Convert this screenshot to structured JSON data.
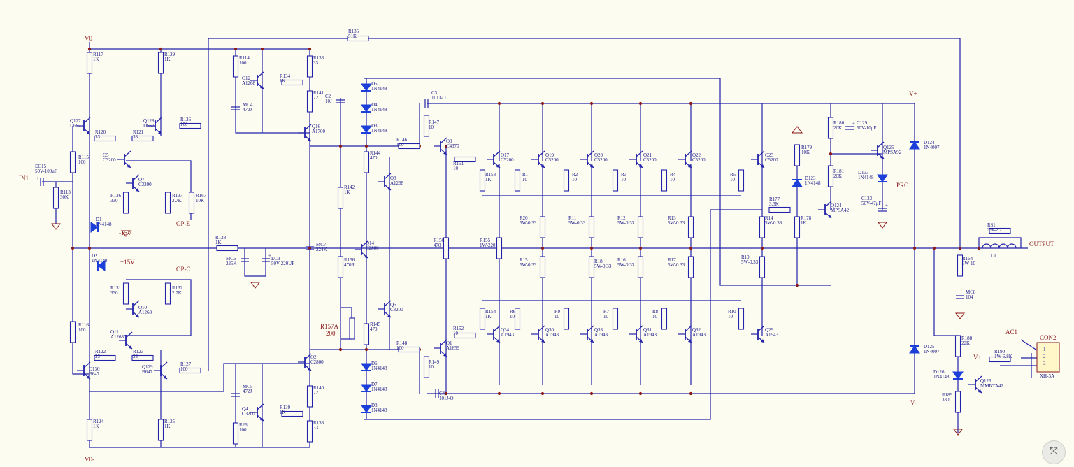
{
  "nets": {
    "v0p_top": "V0+",
    "v0m_bot": "V0-",
    "in1": "IN1",
    "output": "OUTPUT",
    "pro": "PRO",
    "vplus": "V+",
    "vminus": "V-",
    "p15_up": "+15V",
    "m15": "-15V",
    "ope": "OP-E",
    "opc": "OP-C",
    "ac1": "AC1",
    "vplus2": "V+"
  },
  "connector": {
    "name": "CON2",
    "part": "XH-3A",
    "pins": [
      "1",
      "2",
      "3"
    ]
  },
  "resistors": [
    {
      "ref": "R117",
      "val": "1K"
    },
    {
      "ref": "R129",
      "val": "1K"
    },
    {
      "ref": "R114",
      "val": "100"
    },
    {
      "ref": "R133",
      "val": "33"
    },
    {
      "ref": "R135",
      "val": "51K"
    },
    {
      "ref": "R134",
      "val": "1K"
    },
    {
      "ref": "R141",
      "val": "22"
    },
    {
      "ref": "R126",
      "val": "100"
    },
    {
      "ref": "R120",
      "val": "33"
    },
    {
      "ref": "R121",
      "val": "33"
    },
    {
      "ref": "R115",
      "val": "100"
    },
    {
      "ref": "R113",
      "val": "30K"
    },
    {
      "ref": "R136",
      "val": "330"
    },
    {
      "ref": "R137",
      "val": "2.7K"
    },
    {
      "ref": "R167",
      "val": "10K"
    },
    {
      "ref": "R128",
      "val": "1K"
    },
    {
      "ref": "R131",
      "val": "330"
    },
    {
      "ref": "R132",
      "val": "2.7K"
    },
    {
      "ref": "R116",
      "val": "100"
    },
    {
      "ref": "R122",
      "val": "33"
    },
    {
      "ref": "R123",
      "val": "33"
    },
    {
      "ref": "R127",
      "val": "100"
    },
    {
      "ref": "R124",
      "val": "1K"
    },
    {
      "ref": "R125",
      "val": "1K"
    },
    {
      "ref": "R26",
      "val": "100"
    },
    {
      "ref": "R139",
      "val": "1K"
    },
    {
      "ref": "R140",
      "val": "22"
    },
    {
      "ref": "R138",
      "val": "33"
    },
    {
      "ref": "R142",
      "val": "1K"
    },
    {
      "ref": "R144",
      "val": "470"
    },
    {
      "ref": "R156",
      "val": "470R"
    },
    {
      "ref": "R157A",
      "val": "200"
    },
    {
      "ref": "R145",
      "val": "470"
    },
    {
      "ref": "R146",
      "val": "100"
    },
    {
      "ref": "R147",
      "val": "10"
    },
    {
      "ref": "R148",
      "val": "100"
    },
    {
      "ref": "R149",
      "val": "10"
    },
    {
      "ref": "R150",
      "val": "470"
    },
    {
      "ref": "R151",
      "val": "10"
    },
    {
      "ref": "R152",
      "val": "10"
    },
    {
      "ref": "R153",
      "val": "1K"
    },
    {
      "ref": "R154",
      "val": "1K"
    },
    {
      "ref": "R155",
      "val": "1W-220"
    },
    {
      "ref": "R1",
      "val": "10"
    },
    {
      "ref": "R2",
      "val": "10"
    },
    {
      "ref": "R3",
      "val": "10"
    },
    {
      "ref": "R4",
      "val": "10"
    },
    {
      "ref": "R5",
      "val": "10"
    },
    {
      "ref": "R6",
      "val": "10"
    },
    {
      "ref": "R9",
      "val": "10"
    },
    {
      "ref": "R7",
      "val": "10"
    },
    {
      "ref": "R8",
      "val": "10"
    },
    {
      "ref": "R10",
      "val": "10"
    },
    {
      "ref": "R20",
      "val": "5W-0.33"
    },
    {
      "ref": "R11",
      "val": "5W-0.33"
    },
    {
      "ref": "R12",
      "val": "5W-0.33"
    },
    {
      "ref": "R13",
      "val": "5W-0.33"
    },
    {
      "ref": "R14",
      "val": "5W-0.33"
    },
    {
      "ref": "R15",
      "val": "5W-0.33"
    },
    {
      "ref": "R18",
      "val": "5W-0.33"
    },
    {
      "ref": "R16",
      "val": "5W-0.33"
    },
    {
      "ref": "R17",
      "val": "5W-0.33"
    },
    {
      "ref": "R19",
      "val": "5W-0.33"
    },
    {
      "ref": "R177",
      "val": "3.3K"
    },
    {
      "ref": "R178",
      "val": "1K"
    },
    {
      "ref": "R179",
      "val": "10K"
    },
    {
      "ref": "R180",
      "val": "20K"
    },
    {
      "ref": "R181",
      "val": "20K"
    },
    {
      "ref": "R164",
      "val": "3W-10"
    },
    {
      "ref": "R188",
      "val": "22K"
    },
    {
      "ref": "R189",
      "val": "330"
    },
    {
      "ref": "R190",
      "val": "1W-6.8K"
    },
    {
      "ref": "R81",
      "val": "3W-2.2"
    }
  ],
  "capacitors": [
    {
      "ref": "EC15",
      "val": "50V-100uF"
    },
    {
      "ref": "MC4",
      "val": "472J"
    },
    {
      "ref": "C2",
      "val": "10J"
    },
    {
      "ref": "MC6",
      "val": "225K"
    },
    {
      "ref": "EC3",
      "val": "50V-220UF"
    },
    {
      "ref": "MC7",
      "val": "224K"
    },
    {
      "ref": "MC5",
      "val": "472J"
    },
    {
      "ref": "C3",
      "val": "101J-O"
    },
    {
      "ref": "C4",
      "val": "101J-O"
    },
    {
      "ref": "C129",
      "val": "50V-10μF"
    },
    {
      "ref": "C133",
      "val": "50V-47μF"
    },
    {
      "ref": "MC8",
      "val": "104"
    }
  ],
  "diodes": [
    {
      "ref": "D1",
      "val": "1N4148"
    },
    {
      "ref": "D2",
      "val": "1N4148"
    },
    {
      "ref": "D5",
      "val": "1N4148"
    },
    {
      "ref": "D4",
      "val": "1N4148"
    },
    {
      "ref": "D3",
      "val": "1N4148"
    },
    {
      "ref": "D6",
      "val": "1N4148"
    },
    {
      "ref": "D7",
      "val": "1N4148"
    },
    {
      "ref": "D8",
      "val": "1N4148"
    },
    {
      "ref": "D123",
      "val": "1N4148"
    },
    {
      "ref": "D133",
      "val": "1N4148"
    },
    {
      "ref": "D124",
      "val": "1N4007"
    },
    {
      "ref": "D125",
      "val": "1N4007"
    },
    {
      "ref": "D126",
      "val": "1N4148"
    }
  ],
  "transistors": [
    {
      "ref": "Q127",
      "val": "D667"
    },
    {
      "ref": "Q128",
      "val": "D667"
    },
    {
      "ref": "Q5",
      "val": "C3200"
    },
    {
      "ref": "Q7",
      "val": "C3200"
    },
    {
      "ref": "Q12",
      "val": "A1268"
    },
    {
      "ref": "Q16",
      "val": "A1700"
    },
    {
      "ref": "Q10",
      "val": "A1268"
    },
    {
      "ref": "Q11",
      "val": "A1268"
    },
    {
      "ref": "Q130",
      "val": "B647"
    },
    {
      "ref": "Q129",
      "val": "B647"
    },
    {
      "ref": "Q2",
      "val": "C2800"
    },
    {
      "ref": "Q4",
      "val": "C3200"
    },
    {
      "ref": "Q8",
      "val": "A1268"
    },
    {
      "ref": "Q14",
      "val": "C2800"
    },
    {
      "ref": "Q6",
      "val": "C3200"
    },
    {
      "ref": "Q9",
      "val": "C4370"
    },
    {
      "ref": "Q1",
      "val": "A1659"
    },
    {
      "ref": "Q17",
      "val": "C5200"
    },
    {
      "ref": "Q19",
      "val": "C5200"
    },
    {
      "ref": "Q20",
      "val": "C5200"
    },
    {
      "ref": "Q21",
      "val": "C5200"
    },
    {
      "ref": "Q22",
      "val": "C5200"
    },
    {
      "ref": "Q23",
      "val": "C5200"
    },
    {
      "ref": "Q34",
      "val": "A1943"
    },
    {
      "ref": "Q30",
      "val": "A1943"
    },
    {
      "ref": "Q33",
      "val": "A1943"
    },
    {
      "ref": "Q31",
      "val": "A1943"
    },
    {
      "ref": "Q32",
      "val": "A1943"
    },
    {
      "ref": "Q29",
      "val": "A1943"
    },
    {
      "ref": "Q125",
      "val": "MPSA92"
    },
    {
      "ref": "Q124",
      "val": "MPSA42"
    },
    {
      "ref": "Q126",
      "val": "MMBTA42"
    }
  ],
  "inductor": {
    "ref": "L1"
  }
}
